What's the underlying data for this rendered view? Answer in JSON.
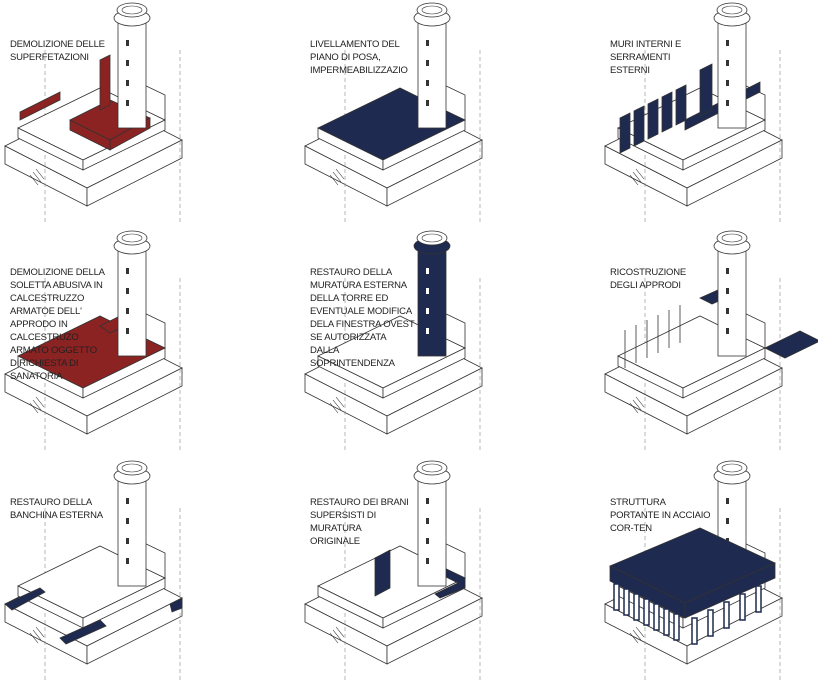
{
  "colors": {
    "red": "#8b2323",
    "navy": "#1e2a4f",
    "line": "#333333"
  },
  "panels": [
    {
      "label": "DEMOLIZIONE DELLE\nSUPERFETAZIONI"
    },
    {
      "label": "LIVELLAMENTO DEL\nPIANO DI POSA,\nIMPERMEABILIZZAZIO"
    },
    {
      "label": "MURI INTERNI E\nSERRAMENTI\nESTERNI"
    },
    {
      "label": "DEMOLIZIONE DELLA\nSOLETTA ABUSIVA IN\nCALCESTRUZZO\nARMATOE DELL'\nAPPRODO IN\nCALCESTRUZO\nARMATO OGGETTO\nDIRICHIESTA DI\nSANATORIA"
    },
    {
      "label": "RESTAURO DELLA\nMURATURA ESTERNA\nDELLA TORRE ED\nEVENTUALE MODIFICA\nDELA FINESTRA OVEST\nSE AUTORIZZATA\nDALLA\nSOPRINTENDENZA"
    },
    {
      "label": "RICOSTRUZIONE\nDEGLI APPRODI"
    },
    {
      "label": "RESTAURO DELLA\nBANCHINA ESTERNA"
    },
    {
      "label": "RESTAURO DEI BRANI\nSUPERSISTI DI\nMURATURA\nORIGINALE"
    },
    {
      "label": "STRUTTURA\nPORTANTE IN ACCIAIO\nCOR-TEN"
    }
  ]
}
